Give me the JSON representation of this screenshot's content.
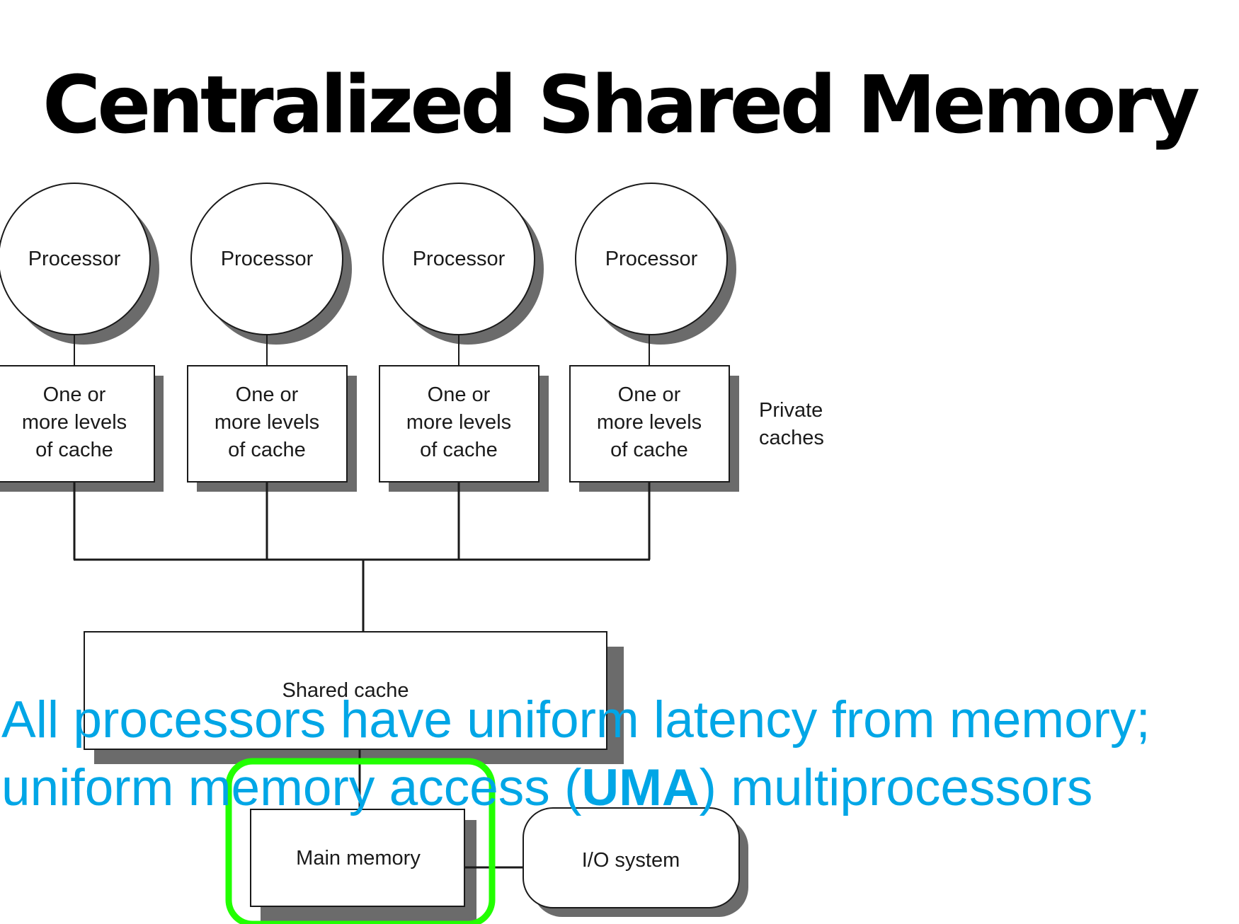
{
  "slide": {
    "title": "Centralized Shared Memory"
  },
  "diagram": {
    "processor_label": "Processor",
    "processors": [
      "Processor",
      "Processor",
      "Processor",
      "Processor"
    ],
    "cache_label_lines": [
      "One or",
      "more levels",
      "of cache"
    ],
    "private_caches_lines": [
      "Private",
      "caches"
    ],
    "shared_cache_label": "Shared cache",
    "main_memory_label": "Main memory",
    "io_system_label": "I/O system"
  },
  "caption": {
    "line1": "All processors have uniform latency from memory;",
    "line2_prefix": "uniform memory access (",
    "line2_emphasis": "UMA",
    "line2_suffix": ") multiprocessors"
  },
  "colors": {
    "caption_text": "#00a6e6",
    "highlight_box": "#22ff00",
    "shadow": "#6b6b6b",
    "outline": "#1a1a1a"
  }
}
